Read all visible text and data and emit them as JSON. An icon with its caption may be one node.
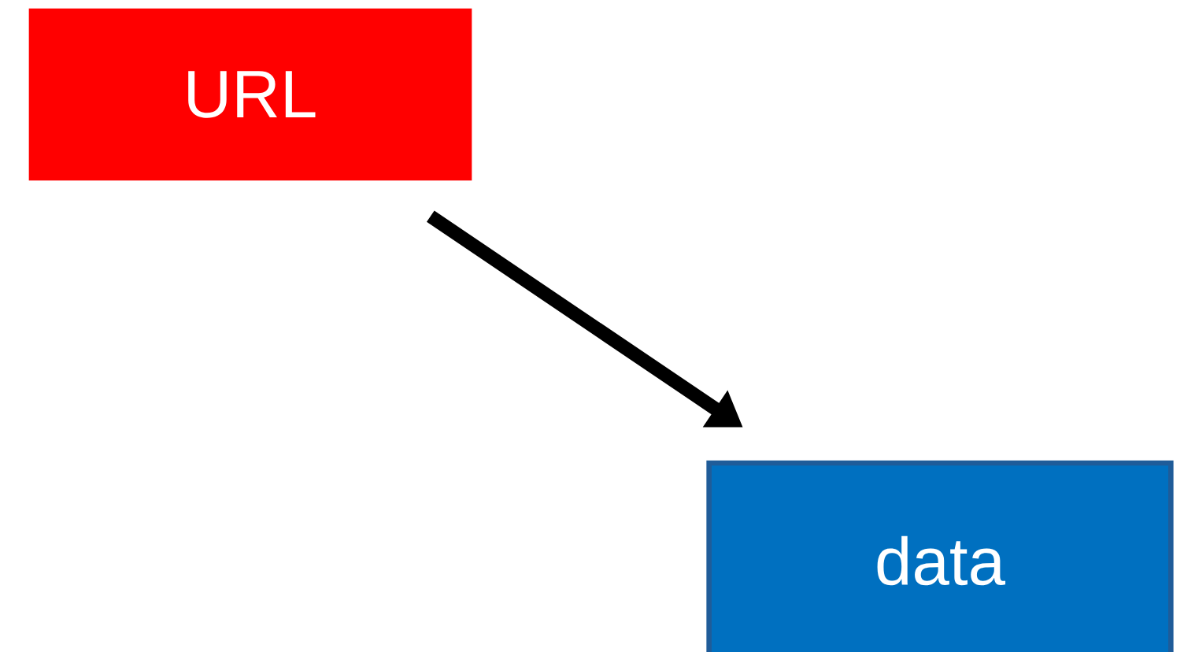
{
  "diagram": {
    "nodes": [
      {
        "text": [
          "URL"
        ]
      },
      {
        "text": [
          "data"
        ]
      }
    ],
    "edges": [
      {
        "from": 0,
        "to": 1,
        "arrow": "to"
      }
    ]
  }
}
